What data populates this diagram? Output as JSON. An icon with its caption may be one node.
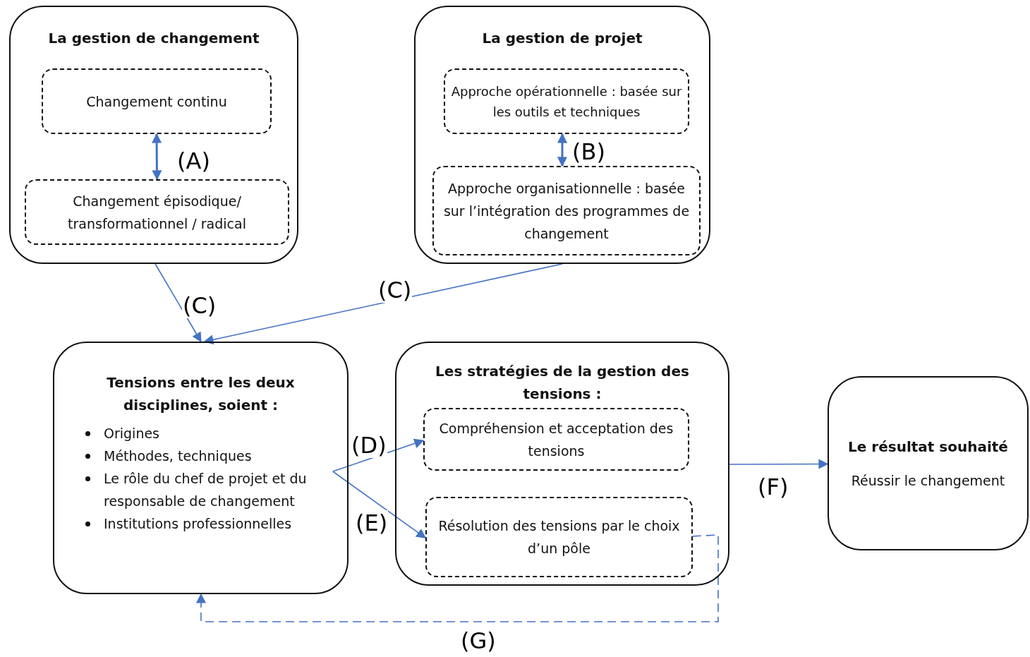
{
  "diagram": {
    "nodes": [
      {
        "text": [
          "La gestion de changement"
        ]
      },
      {
        "text": [
          "Changement continu"
        ],
        "in": 0
      },
      {
        "text": [
          "Changement épisodique/ transformationnel / radical"
        ],
        "in": 0
      },
      {
        "text": [
          "La gestion de projet"
        ]
      },
      {
        "text": [
          "Approche opérationnelle : basée sur les outils et techniques"
        ],
        "in": 3
      },
      {
        "text": [
          "Approche organisationnelle : basée sur l’intégration des programmes de changement"
        ],
        "in": 3
      },
      {
        "text": [
          "Tensions entre les deux disciplines, soient :",
          "Origines",
          "Méthodes, techniques",
          "Le rôle du chef de projet et du responsable de changement",
          "Institutions professionnelles"
        ]
      },
      {
        "text": [
          "Les stratégies de la gestion des tensions :"
        ]
      },
      {
        "text": [
          "Compréhension et acceptation des tensions"
        ],
        "in": 7
      },
      {
        "text": [
          "Résolution des tensions par le choix d’un pôle"
        ],
        "in": 7
      },
      {
        "text": [
          "Le résultat souhaité",
          "Réussir le changement"
        ]
      }
    ],
    "edges": [
      {
        "from": 1,
        "to": 2,
        "arrow": "both",
        "label": "(A)"
      },
      {
        "from": 4,
        "to": 5,
        "arrow": "both",
        "label": "(B)"
      },
      {
        "from": 0,
        "to": 6,
        "arrow": "to",
        "label": "(C)"
      },
      {
        "from": 3,
        "to": 6,
        "arrow": "to",
        "label": "(C)"
      },
      {
        "from": 6,
        "to": 8,
        "arrow": "to",
        "label": "(D)"
      },
      {
        "from": 6,
        "to": 9,
        "arrow": "to",
        "label": "(E)"
      },
      {
        "from": 7,
        "to": 10,
        "arrow": "to",
        "label": "(F)"
      },
      {
        "from": 9,
        "to": 6,
        "arrow": "to",
        "label": "(G)",
        "style": "dashed"
      }
    ]
  }
}
